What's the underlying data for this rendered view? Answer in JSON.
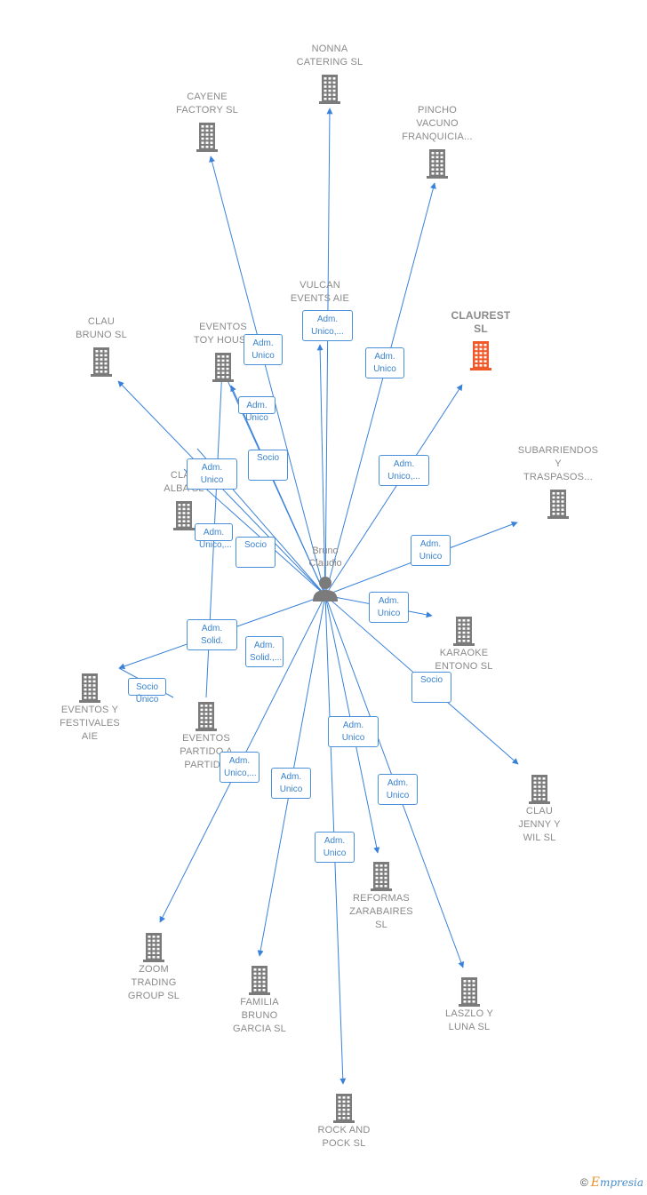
{
  "center": {
    "name_lines": [
      "Bruno",
      "Claudio"
    ]
  },
  "colors": {
    "node": "#7b7b7b",
    "highlight": "#f05a2a",
    "edge": "#3a82d9",
    "badge_text": "#3a82cc"
  },
  "companies": [
    {
      "name_lines": [
        "NONNA",
        "CATERING  SL"
      ],
      "highlight": false
    },
    {
      "name_lines": [
        "CAYENE",
        "FACTORY SL"
      ],
      "highlight": false
    },
    {
      "name_lines": [
        "PINCHO",
        "VACUNO",
        "FRANQUICIA..."
      ],
      "highlight": false
    },
    {
      "name_lines": [
        "VULCAN",
        "EVENTS AIE"
      ],
      "highlight": false
    },
    {
      "name_lines": [
        "CLAUREST",
        "SL"
      ],
      "highlight": true
    },
    {
      "name_lines": [
        "CLAU",
        "BRUNO  SL"
      ],
      "highlight": false
    },
    {
      "name_lines": [
        "EVENTOS",
        "TOY HOUSE"
      ],
      "highlight": false
    },
    {
      "name_lines": [
        "SUBARRIENDOS",
        "Y",
        "TRASPASOS..."
      ],
      "highlight": false
    },
    {
      "name_lines": [
        "CLAU",
        "ALBA SL"
      ],
      "highlight": false
    },
    {
      "name_lines": [
        "KARAOKE",
        "ENTONO  SL"
      ],
      "highlight": false
    },
    {
      "name_lines": [
        "EVENTOS Y",
        "FESTIVALES",
        "AIE"
      ],
      "highlight": false
    },
    {
      "name_lines": [
        "EVENTOS",
        "PARTIDO A",
        "PARTIDO"
      ],
      "highlight": false
    },
    {
      "name_lines": [
        "CLAU",
        "JENNY Y",
        "WIL  SL"
      ],
      "highlight": false
    },
    {
      "name_lines": [
        "REFORMAS",
        "ZARABAIRES",
        "SL"
      ],
      "highlight": false
    },
    {
      "name_lines": [
        "ZOOM",
        "TRADING",
        "GROUP SL"
      ],
      "highlight": false
    },
    {
      "name_lines": [
        "FAMILIA",
        "BRUNO",
        "GARCIA  SL"
      ],
      "highlight": false
    },
    {
      "name_lines": [
        "LASZLO Y",
        "LUNA SL"
      ],
      "highlight": false
    },
    {
      "name_lines": [
        "ROCK AND",
        "POCK SL"
      ],
      "highlight": false
    }
  ],
  "relations": [
    {
      "lines": [
        "Adm.",
        "Unico"
      ]
    },
    {
      "lines": [
        "Adm.",
        "Unico,..."
      ]
    },
    {
      "lines": [
        "Adm.",
        "Unico"
      ]
    },
    {
      "lines": [
        "Adm.",
        "Unico"
      ]
    },
    {
      "lines": [
        "Socio"
      ]
    },
    {
      "lines": [
        "Adm.",
        "Unico"
      ]
    },
    {
      "lines": [
        "Adm.",
        "Unico,..."
      ]
    },
    {
      "lines": [
        "Adm.",
        "Unico,..."
      ]
    },
    {
      "lines": [
        "Socio"
      ]
    },
    {
      "lines": [
        "Adm.",
        "Unico"
      ]
    },
    {
      "lines": [
        "Adm.",
        "Unico"
      ]
    },
    {
      "lines": [
        "Adm.",
        "Solid."
      ]
    },
    {
      "lines": [
        "Adm.",
        "Solid.,..."
      ]
    },
    {
      "lines": [
        "Socio",
        "Único"
      ]
    },
    {
      "lines": [
        "Socio"
      ]
    },
    {
      "lines": [
        "Adm.",
        "Unico"
      ]
    },
    {
      "lines": [
        "Adm.",
        "Unico,..."
      ]
    },
    {
      "lines": [
        "Adm.",
        "Unico"
      ]
    },
    {
      "lines": [
        "Adm.",
        "Unico"
      ]
    },
    {
      "lines": [
        "Adm.",
        "Unico"
      ]
    },
    {
      "lines": [
        "Adm.",
        "Unico"
      ]
    }
  ],
  "copyright": {
    "symbol": "©",
    "brand_first": "E",
    "brand_rest": "mpresia"
  }
}
